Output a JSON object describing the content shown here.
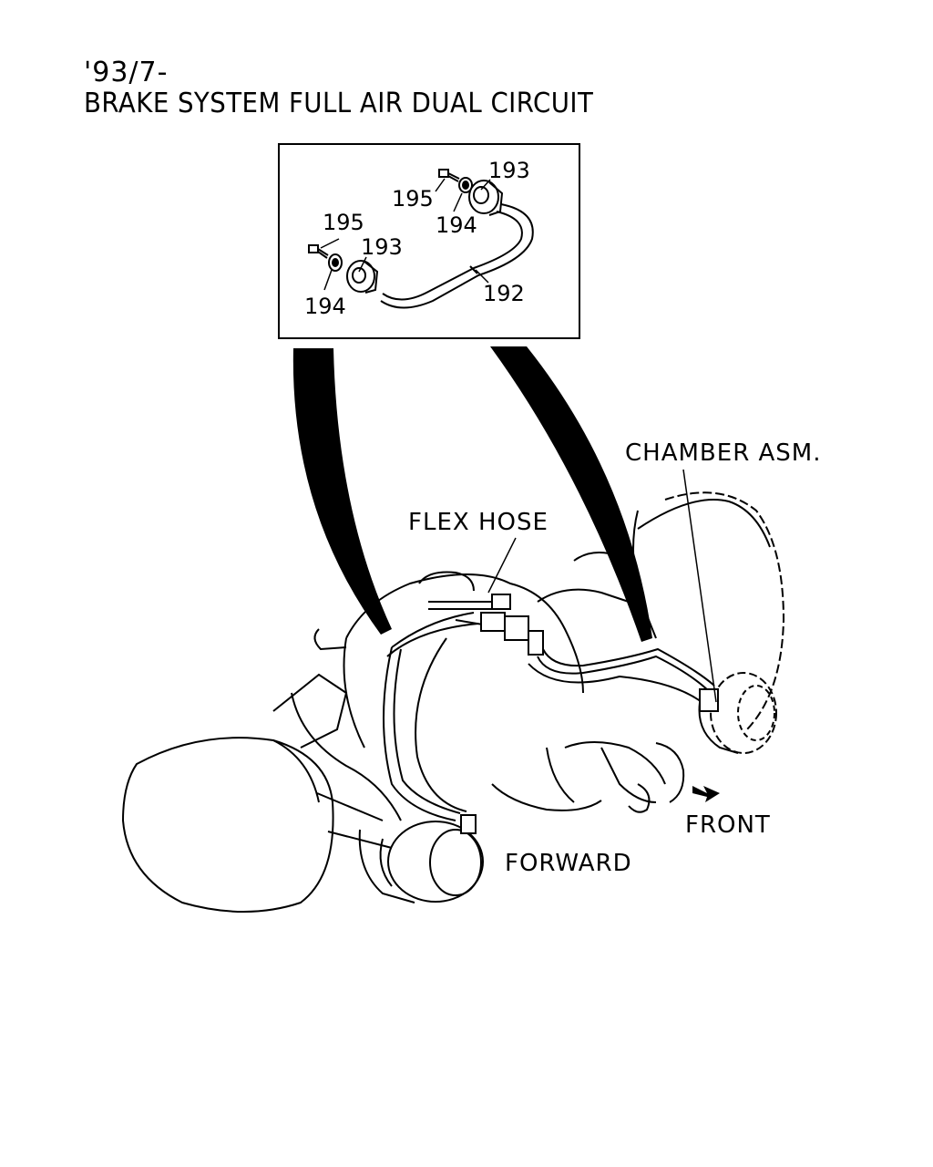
{
  "header": {
    "date_code": "'93/7-",
    "title": "BRAKE SYSTEM FULL AIR DUAL CIRCUIT"
  },
  "inset": {
    "part_labels": [
      "193",
      "195",
      "194",
      "195",
      "193",
      "194",
      "192"
    ]
  },
  "callouts": {
    "chamber": "CHAMBER ASM.",
    "flex_hose": "FLEX HOSE",
    "front": "FRONT",
    "forward": "FORWARD"
  }
}
